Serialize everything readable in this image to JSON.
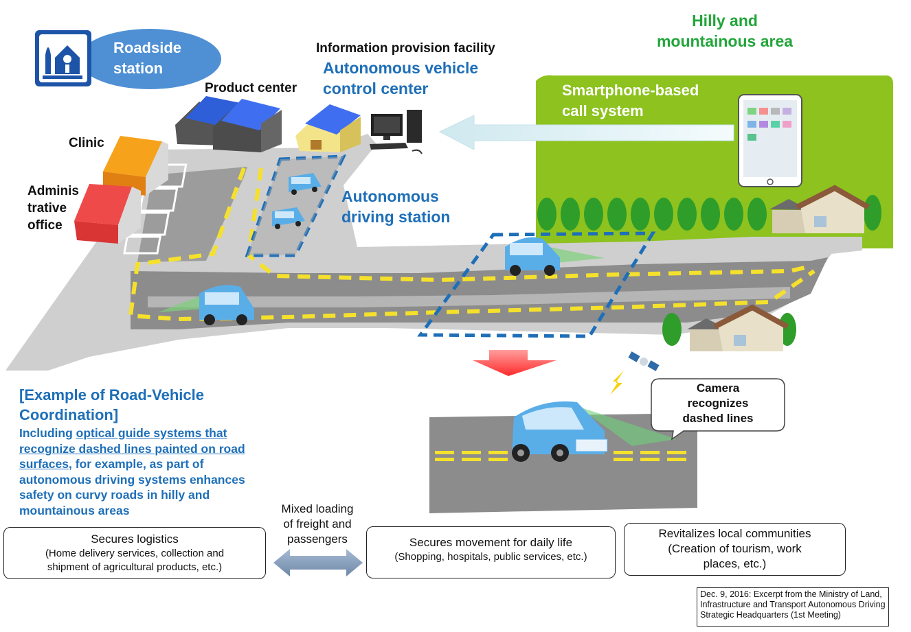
{
  "labels": {
    "roadside_station": [
      "Roadside",
      "station"
    ],
    "product_center": "Product center",
    "clinic": "Clinic",
    "admin_office": [
      "Adminis",
      "trative",
      "office"
    ],
    "info_facility": "Information provision facility",
    "control_center": [
      "Autonomous vehicle",
      "control center"
    ],
    "autonomous_station": [
      "Autonomous",
      "driving station"
    ],
    "hilly_area": [
      "Hilly and",
      "mountainous area"
    ],
    "smartphone_system": [
      "Smartphone-based",
      "call system"
    ]
  },
  "callout": [
    "Camera",
    "recognizes",
    "dashed lines"
  ],
  "example": {
    "title": [
      "[Example of Road-Vehicle",
      "Coordination]"
    ],
    "body_lead": "Including ",
    "body_link": "optical guide systems that recognize dashed lines painted on road surfaces",
    "body_rest": ", for example, as part of autonomous driving systems enhances safety on curvy roads in hilly and mountainous areas"
  },
  "mixed_loading": [
    "Mixed loading",
    "of freight and",
    "passengers"
  ],
  "benefits": [
    {
      "title": "Secures logistics",
      "detail": [
        "(Home delivery services, collection and",
        "shipment of agricultural products, etc.)"
      ]
    },
    {
      "title": "Secures movement for daily life",
      "detail": [
        "(Shopping, hospitals, public services, etc.)"
      ]
    },
    {
      "title": "Revitalizes local communities",
      "detail": [
        "(Creation of tourism, work",
        "places, etc.)"
      ]
    }
  ],
  "source": [
    "Dec. 9, 2016: Excerpt from the Ministry of Land,",
    "Infrastructure and Transport Autonomous Driving",
    "Strategic Headquarters (1st Meeting)"
  ],
  "colors": {
    "label_blue": "#1e6fb8",
    "hill_green": "#8dc21f",
    "label_green": "#22a53a",
    "road_gray": "#8c8c8c",
    "lane_yellow": "#f5e12c",
    "vehicle_blue": "#5aaee8"
  },
  "icons": [
    "roadside-station-icon",
    "computer-icon",
    "tablet-icon",
    "satellite-icon",
    "lightning-icon",
    "down-arrow-icon",
    "double-arrow-icon",
    "left-arrow-icon"
  ]
}
